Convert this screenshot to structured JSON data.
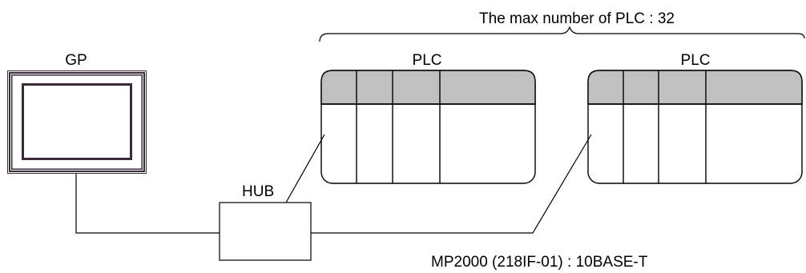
{
  "diagram": {
    "max_plc_caption": "The max number of PLC : 32",
    "gp_label": "GP",
    "hub_label": "HUB",
    "plc_labels": [
      "PLC",
      "PLC"
    ],
    "connection_caption": "MP2000 (218IF-01) : 10BASE-T",
    "colors": {
      "line": "#000000",
      "gp_frame_dark": "#3a2a3a",
      "gp_frame_light": "#ffffff",
      "plc_header": "#c0c0c0"
    }
  }
}
